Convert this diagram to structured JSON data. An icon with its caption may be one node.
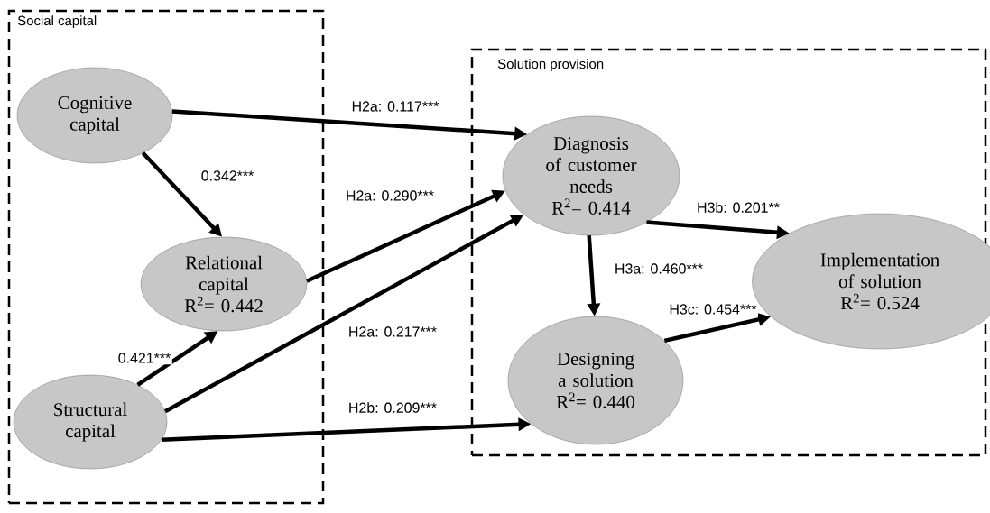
{
  "diagram": {
    "nodes": [
      {
        "text": [
          "Social capital"
        ]
      },
      {
        "text": [
          "Cognitive capital"
        ],
        "in": 0
      },
      {
        "text": [
          "Relational capital",
          "R$^{2}$= 0.442"
        ],
        "in": 0
      },
      {
        "text": [
          "Structural capital"
        ],
        "in": 0
      },
      {
        "text": [
          "Solution provision"
        ]
      },
      {
        "text": [
          "Diagnosis of customer needs",
          "R$^{2}$= 0.414"
        ],
        "in": 4
      },
      {
        "text": [
          "Designing a solution",
          "R$^{2}$= 0.440"
        ],
        "in": 4
      },
      {
        "text": [
          "Implementation of solution",
          "R$^{2}$= 0.524"
        ],
        "in": 4
      }
    ],
    "edges": [
      {
        "from": 1,
        "to": 5,
        "arrow": "to",
        "label": "H2a: 0.117***"
      },
      {
        "from": 1,
        "to": 2,
        "arrow": "to",
        "label": "0.342***"
      },
      {
        "from": 2,
        "to": 5,
        "arrow": "to",
        "label": "H2a: 0.290***"
      },
      {
        "from": 3,
        "to": 2,
        "arrow": "to",
        "label": "0.421***"
      },
      {
        "from": 3,
        "to": 5,
        "arrow": "to",
        "label": "H2a: 0.217***"
      },
      {
        "from": 3,
        "to": 6,
        "arrow": "to",
        "label": "H2b: 0.209***"
      },
      {
        "from": 5,
        "to": 7,
        "arrow": "to",
        "label": "H3b: 0.201**"
      },
      {
        "from": 5,
        "to": 6,
        "arrow": "to",
        "label": "H3a: 0.460***"
      },
      {
        "from": 6,
        "to": 7,
        "arrow": "to",
        "label": "H3c: 0.454***"
      }
    ]
  }
}
